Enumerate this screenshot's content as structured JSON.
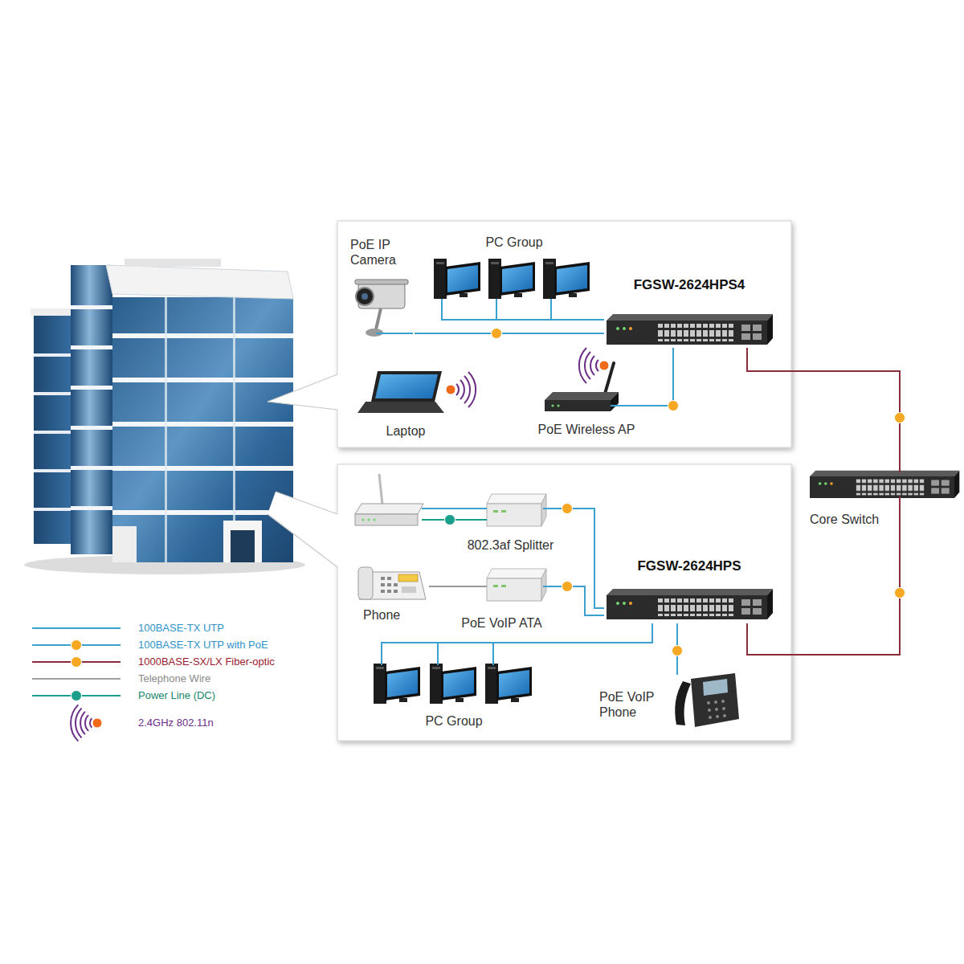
{
  "diagram": {
    "nodes": [
      {
        "text": [
          "PoE IP Camera"
        ]
      },
      {
        "text": [
          "PC Group"
        ]
      },
      {
        "text": [
          "FGSW-2624HPS4"
        ]
      },
      {
        "text": [
          "Laptop"
        ]
      },
      {
        "text": [
          "PoE Wireless AP"
        ]
      },
      {
        "text": [
          "Core Switch"
        ]
      },
      {
        "text": [
          "802.3af Splitter"
        ]
      },
      {
        "text": [
          "FGSW-2624HPS"
        ]
      },
      {
        "text": [
          "Phone"
        ]
      },
      {
        "text": [
          "PoE VoIP ATA"
        ]
      },
      {
        "text": [
          "PC Group"
        ]
      },
      {
        "text": [
          "PoE VoIP Phone"
        ]
      }
    ],
    "edges": [
      {
        "from": 0,
        "to": 2,
        "arrow": "none"
      },
      {
        "from": 1,
        "to": 2,
        "arrow": "none"
      },
      {
        "from": 4,
        "to": 2,
        "arrow": "none"
      },
      {
        "from": 2,
        "to": 5,
        "arrow": "none"
      },
      {
        "from": 7,
        "to": 5,
        "arrow": "none"
      },
      {
        "from": 6,
        "to": 7,
        "arrow": "none"
      },
      {
        "from": 8,
        "to": 9,
        "arrow": "none"
      },
      {
        "from": 9,
        "to": 7,
        "arrow": "none"
      },
      {
        "from": 10,
        "to": 7,
        "arrow": "none"
      },
      {
        "from": 11,
        "to": 7,
        "arrow": "none"
      }
    ],
    "legend": [
      {
        "text": "100BASE-TX UTP"
      },
      {
        "text": "100BASE-TX UTP with PoE"
      },
      {
        "text": "1000BASE-SX/LX Fiber-optic"
      },
      {
        "text": "Telephone Wire"
      },
      {
        "text": "Power Line (DC)"
      },
      {
        "text": "2.4GHz 802.11n"
      }
    ]
  }
}
